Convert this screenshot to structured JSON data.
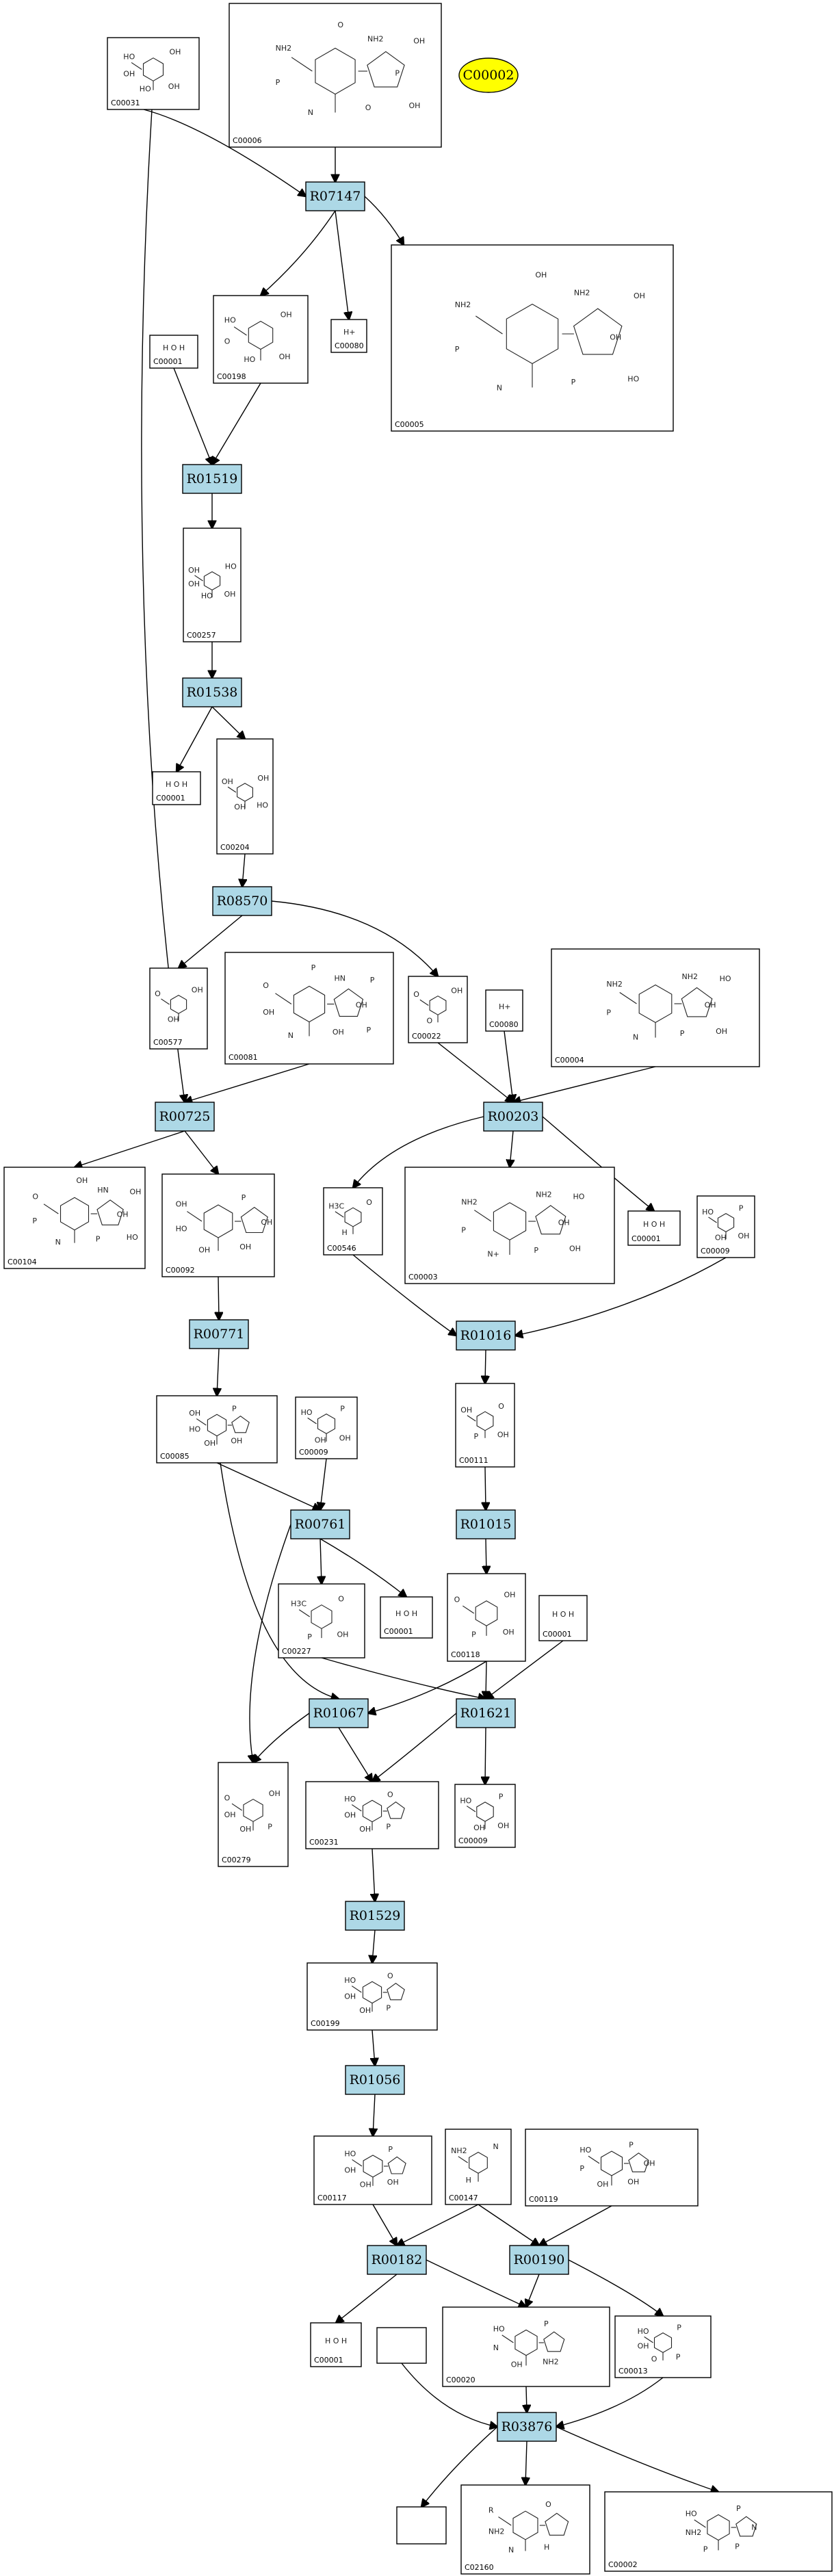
{
  "highlight": {
    "label": "C00002",
    "color": "#ffff00"
  },
  "reaction_color": "#add8e6",
  "reactions": [
    {
      "id": "R07147"
    },
    {
      "id": "R01519"
    },
    {
      "id": "R01538"
    },
    {
      "id": "R08570"
    },
    {
      "id": "R00725"
    },
    {
      "id": "R00203"
    },
    {
      "id": "R00771"
    },
    {
      "id": "R01016"
    },
    {
      "id": "R00761"
    },
    {
      "id": "R01015"
    },
    {
      "id": "R01067"
    },
    {
      "id": "R01621"
    },
    {
      "id": "R01529"
    },
    {
      "id": "R01056"
    },
    {
      "id": "R00182"
    },
    {
      "id": "R00190"
    },
    {
      "id": "R03876"
    }
  ],
  "compounds": [
    {
      "id": "C00031",
      "atoms": "HO OH HO OH OH"
    },
    {
      "id": "C00006",
      "atoms": "NH2 NH2 N O P P OH OH O"
    },
    {
      "id": "C00198",
      "atoms": "HO OH HO OH O"
    },
    {
      "id": "C00080",
      "atoms": "H+"
    },
    {
      "id": "C00005",
      "atoms": "NH2 NH2 N P P OH OH HO OH"
    },
    {
      "id": "C00001",
      "atoms": "H O H"
    },
    {
      "id": "C00257",
      "atoms": "OH HO HO OH OH"
    },
    {
      "id": "C00204",
      "atoms": "OH OH OH HO"
    },
    {
      "id": "C00577",
      "atoms": "O OH OH"
    },
    {
      "id": "C00081",
      "atoms": "O HN N OH OH OH P P P"
    },
    {
      "id": "C00022",
      "atoms": "O OH O"
    },
    {
      "id": "C00004",
      "atoms": "NH2 NH2 N P P OH HO OH"
    },
    {
      "id": "C00104",
      "atoms": "O HN N P P OH OH HO OH"
    },
    {
      "id": "C00092",
      "atoms": "OH P OH OH HO OH"
    },
    {
      "id": "C00546",
      "atoms": "H3C O H"
    },
    {
      "id": "C00003",
      "atoms": "NH2 NH2 N+ P P OH HO OH"
    },
    {
      "id": "C00009",
      "atoms": "HO P OH OH"
    },
    {
      "id": "C00085",
      "atoms": "OH P OH OH HO"
    },
    {
      "id": "C00111",
      "atoms": "OH O P OH"
    },
    {
      "id": "C00227",
      "atoms": "H3C O P OH"
    },
    {
      "id": "C00118",
      "atoms": "O OH P OH"
    },
    {
      "id": "C00279",
      "atoms": "O OH OH P OH"
    },
    {
      "id": "C00231",
      "atoms": "HO O OH P OH"
    },
    {
      "id": "C00199",
      "atoms": "HO O OH P OH"
    },
    {
      "id": "C00117",
      "atoms": "HO P OH OH OH"
    },
    {
      "id": "C00147",
      "atoms": "NH2 N H"
    },
    {
      "id": "C00119",
      "atoms": "HO P OH OH P OH"
    },
    {
      "id": "C00020",
      "atoms": "HO P OH NH2 N"
    },
    {
      "id": "C00013",
      "atoms": "HO P O P OH"
    },
    {
      "id": "C02160",
      "atoms": "R O N H NH2"
    },
    {
      "id": "C00002",
      "atoms": "HO P P P NH2 N"
    }
  ]
}
